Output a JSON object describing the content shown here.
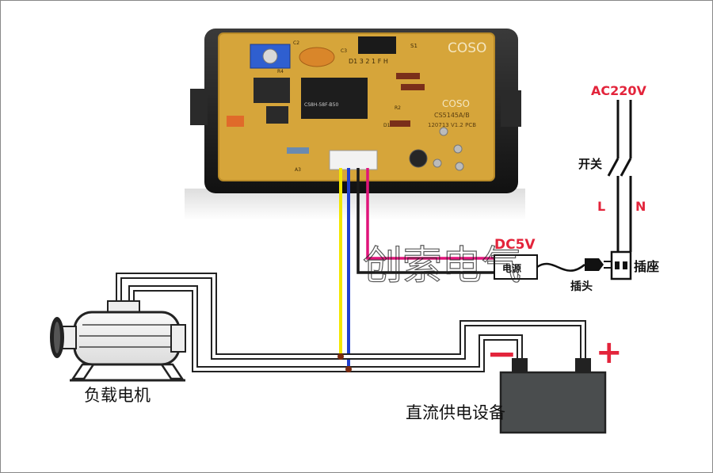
{
  "labels": {
    "ac_voltage": "AC220V",
    "switch": "开关",
    "live": "L",
    "neutral": "N",
    "dc_supply": "DC5V",
    "power_adapter": "电源",
    "plug": "插头",
    "socket": "插座",
    "load_motor": "负载电机",
    "dc_source": "直流供电设备",
    "negative_terminal": "−",
    "positive_terminal": "+",
    "watermark": "创索电气"
  },
  "board": {
    "brand_main": "COSO",
    "brand_small": "COSO",
    "model": "CS5145A/B",
    "version": "120713 V1.2 PCB",
    "chip": "CS8H-58F-B50",
    "header_pins": "D1 3 2 1 F H",
    "s1_label": "S1",
    "ref_r4": "R4",
    "ref_d1": "D1",
    "ref_r2": "R2",
    "ref_c2": "C2",
    "ref_c3": "C3",
    "ref_a3": "A3"
  },
  "colors": {
    "wire_yellow": "#f2e600",
    "wire_blue": "#1f3fd0",
    "wire_black": "#1a1a1a",
    "wire_magenta": "#e0147a",
    "accent_red": "#e3243b",
    "pcb": "#d6a53a",
    "housing": "#1c1c1c",
    "battery": "#4a4d4e"
  }
}
